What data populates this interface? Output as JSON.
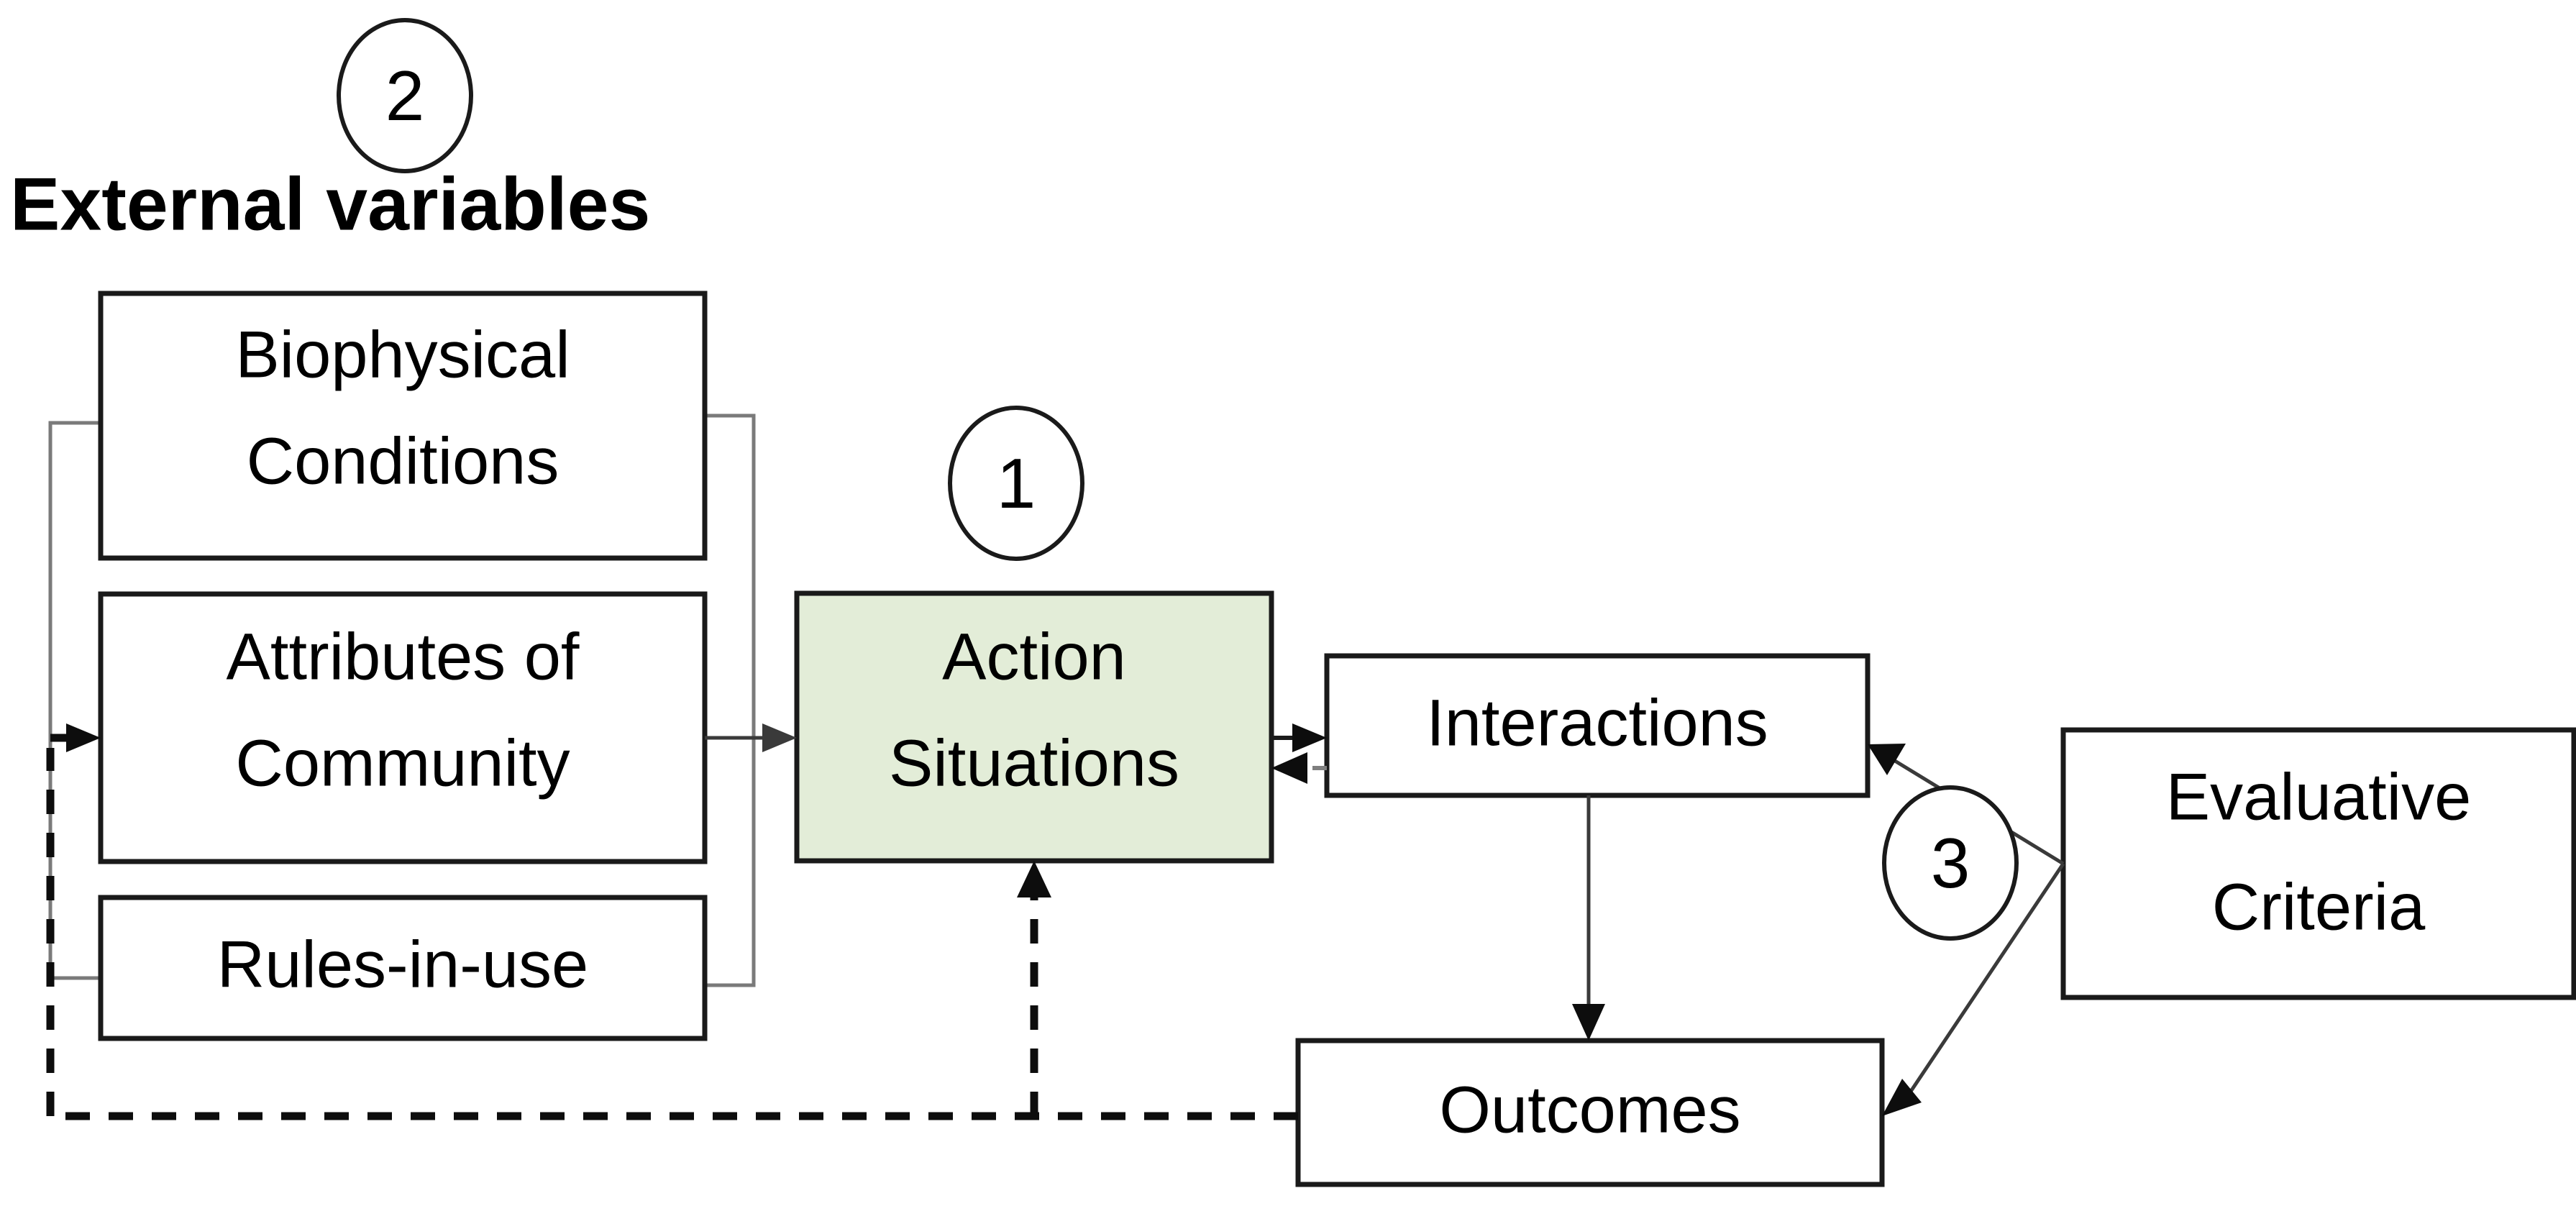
{
  "diagram": {
    "title_text": "External variables",
    "accent_color": "#e3edd8",
    "line_color": "#1a1a1a",
    "bracket_color": "#7a7a7a",
    "markers": [
      {
        "id": "marker-1",
        "label": "1"
      },
      {
        "id": "marker-2",
        "label": "2"
      },
      {
        "id": "marker-3",
        "label": "3"
      }
    ],
    "boxes": {
      "biophysical": {
        "line1": "Biophysical",
        "line2": "Conditions"
      },
      "attributes": {
        "line1": "Attributes of",
        "line2": "Community"
      },
      "rules": {
        "line1": "Rules-in-use"
      },
      "action_situations": {
        "line1": "Action",
        "line2": "Situations"
      },
      "interactions": {
        "line1": "Interactions"
      },
      "outcomes": {
        "line1": "Outcomes"
      },
      "evaluative": {
        "line1": "Evaluative",
        "line2": "Criteria"
      }
    }
  }
}
